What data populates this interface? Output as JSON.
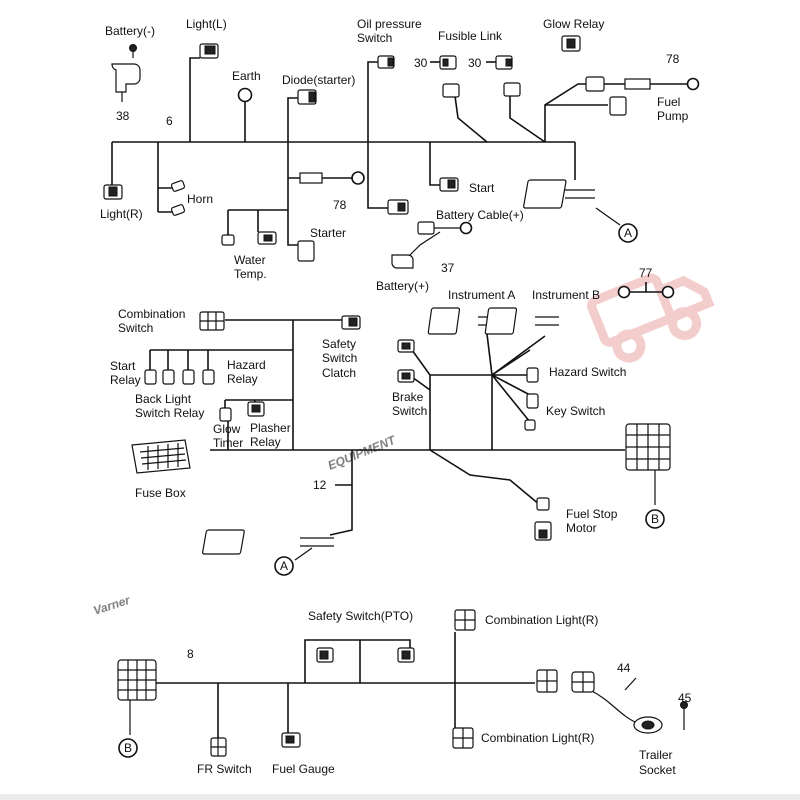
{
  "section1": {
    "battery_neg": "Battery(-)",
    "light_l": "Light(L)",
    "earth": "Earth",
    "diode": "Diode(starter)",
    "oil_pressure_1": "Oil pressure",
    "oil_pressure_2": "Switch",
    "fusible_link": "Fusible Link",
    "glow_relay": "Glow Relay",
    "n38": "38",
    "n6": "6",
    "n30a": "30",
    "n30b": "30",
    "n78a": "78",
    "fuel_pump_1": "Fuel",
    "fuel_pump_2": "Pump",
    "light_r": "Light(R)",
    "horn": "Horn",
    "n78b": "78",
    "start": "Start",
    "battery_cable": "Battery Cable(+)",
    "starter": "Starter",
    "water_temp_1": "Water",
    "water_temp_2": "Temp.",
    "n37": "37",
    "battery_pos": "Battery(+)",
    "ref_a": "A"
  },
  "section2": {
    "combination_switch_1": "Combination",
    "combination_switch_2": "Switch",
    "instrument_a": "Instrument A",
    "instrument_b": "Instrument B",
    "n77": "77",
    "safety_switch_1": "Safety",
    "safety_switch_2": "Switch",
    "safety_switch_3": "Clatch",
    "start_relay_1": "Start",
    "start_relay_2": "Relay",
    "hazard_relay_1": "Hazard",
    "hazard_relay_2": "Relay",
    "hazard_switch": "Hazard Switch",
    "back_light_1": "Back Light",
    "back_light_2": "Switch Relay",
    "brake_switch_1": "Brake",
    "brake_switch_2": "Switch",
    "key_switch": "Key Switch",
    "glow_timer_1": "Glow",
    "glow_timer_2": "Timer",
    "plasher_relay_1": "Plasher",
    "plasher_relay_2": "Relay",
    "fuse_box": "Fuse Box",
    "n12": "12",
    "fuel_stop_1": "Fuel Stop",
    "fuel_stop_2": "Motor",
    "ref_a": "A",
    "ref_b": "B"
  },
  "section3": {
    "safety_switch_pto": "Safety Switch(PTO)",
    "combination_light_r_top": "Combination Light(R)",
    "n8": "8",
    "n44": "44",
    "n45": "45",
    "combination_light_r_bottom": "Combination Light(R)",
    "ref_b": "B",
    "fr_switch": "FR Switch",
    "fuel_gauge": "Fuel Gauge",
    "trailer_socket_1": "Trailer",
    "trailer_socket_2": "Socket"
  },
  "watermark": {
    "text_script": "Varner",
    "text_block": "EQUIPMENT",
    "color": "#e9a3a3"
  }
}
